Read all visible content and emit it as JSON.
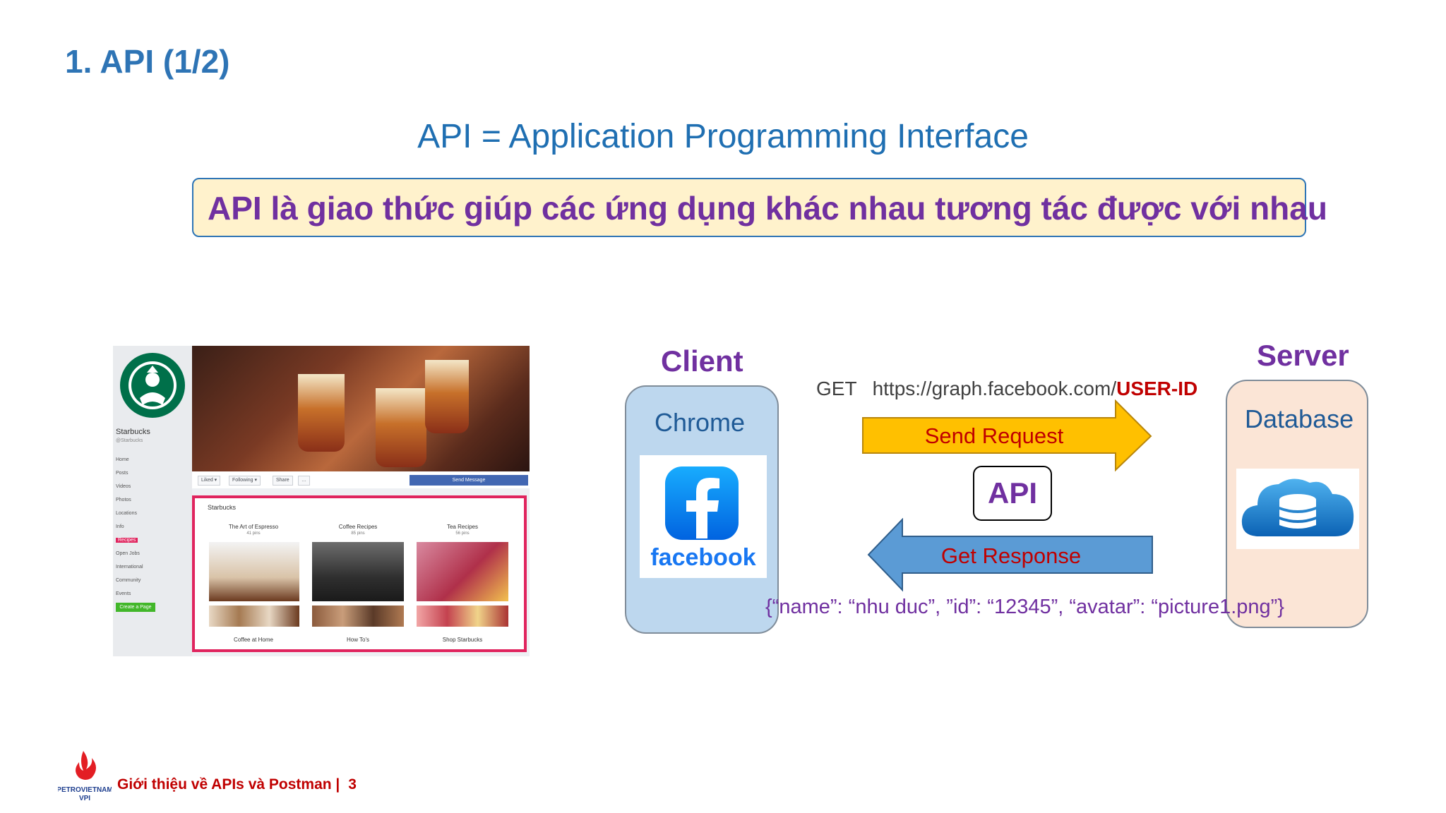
{
  "slide": {
    "title": "1. API (1/2)",
    "subtitle": "API =  Application Programming Interface",
    "definition": "API là giao thức giúp các ứng dụng khác nhau tương tác được với nhau"
  },
  "screenshot": {
    "page_name": "Starbucks",
    "page_handle": "@Starbucks",
    "sidebar_items": [
      "Home",
      "Posts",
      "Videos",
      "Photos",
      "Locations",
      "Info",
      "Recipes",
      "Open Jobs",
      "International",
      "Community",
      "Events"
    ],
    "create_page": "Create a Page",
    "toolbar": {
      "liked": "Liked ▾",
      "following": "Following ▾",
      "share": "Share",
      "more": "…",
      "send_message": "Send Message"
    },
    "panel_title": "Starbucks",
    "columns": [
      {
        "title": "The Art of Espresso",
        "sub": "41 pins"
      },
      {
        "title": "Coffee Recipes",
        "sub": "85 pins"
      },
      {
        "title": "Tea Recipes",
        "sub": "56 pins"
      }
    ],
    "bottom_columns": [
      "Coffee at Home",
      "How To's",
      "Shop Starbucks"
    ]
  },
  "diagram": {
    "client_label": "Client",
    "server_label": "Server",
    "client_app": "Chrome",
    "client_logo_text": "facebook",
    "server_component": "Database",
    "request_method": "GET",
    "request_url": "https://graph.facebook.com/",
    "request_param": "USER-ID",
    "send_label": "Send Request",
    "api_label": "API",
    "response_label": "Get Response",
    "response_json": "{“name”: “nhu duc”, ”id”: “12345”, “avatar”: “picture1.png”}"
  },
  "footer": {
    "logo_text_top": "PETROVIETNAM",
    "logo_text_bottom": "VPI",
    "text": "Giới thiệu về APIs và Postman |",
    "page_number": "3"
  },
  "colors": {
    "title": "#2e74b5",
    "purple": "#7030a0",
    "send_arrow": "#ffc000",
    "response_arrow": "#5b9bd5",
    "client_box": "#bdd7ee",
    "server_box": "#fbe5d6",
    "definition_fill": "#fff2cc",
    "footer_red": "#c00000"
  }
}
